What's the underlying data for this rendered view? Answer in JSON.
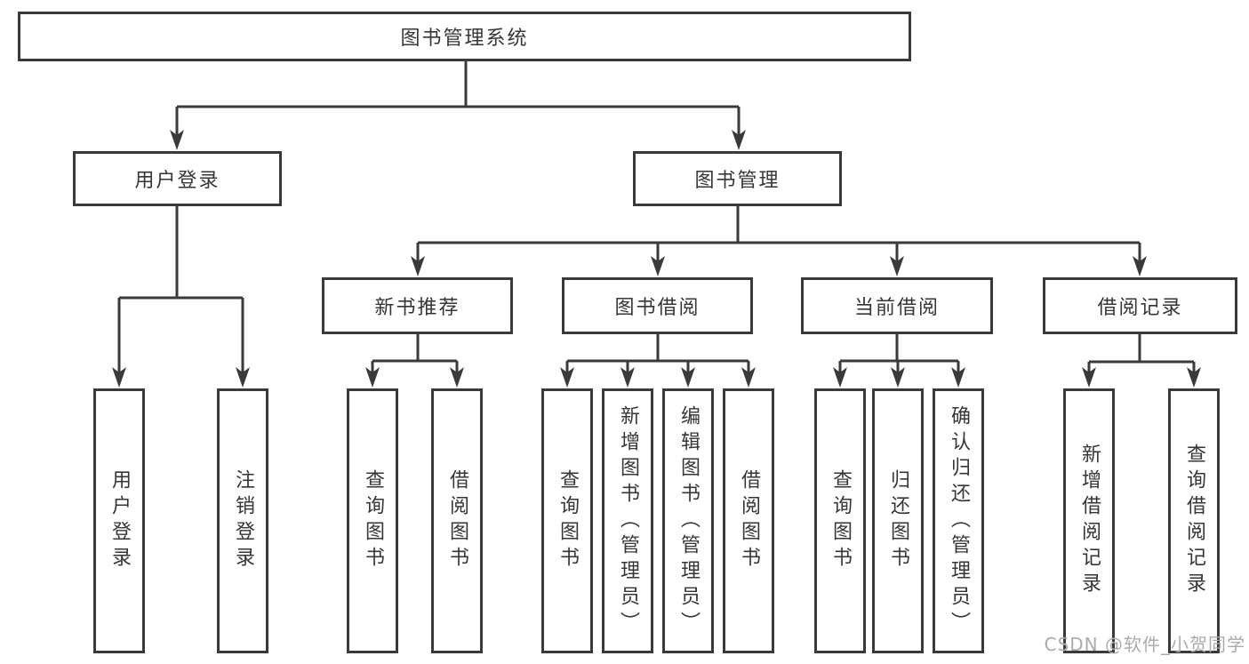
{
  "root": {
    "label": "图书管理系统"
  },
  "level2": [
    {
      "label": "用户登录"
    },
    {
      "label": "图书管理"
    }
  ],
  "level3": [
    {
      "label": "新书推荐"
    },
    {
      "label": "图书借阅"
    },
    {
      "label": "当前借阅"
    },
    {
      "label": "借阅记录"
    }
  ],
  "leaves": {
    "user_login": [
      {
        "label": "用户登录"
      },
      {
        "label": "注销登录"
      }
    ],
    "new_books": [
      {
        "label": "查询图书"
      },
      {
        "label": "借阅图书"
      }
    ],
    "book_borrow": [
      {
        "label": "查询图书"
      },
      {
        "label": "新增图书（管理员）"
      },
      {
        "label": "编辑图书（管理员）"
      },
      {
        "label": "借阅图书"
      }
    ],
    "current_borrow": [
      {
        "label": "查询图书"
      },
      {
        "label": "归还图书"
      },
      {
        "label": "确认归还（管理员）"
      }
    ],
    "borrow_records": [
      {
        "label": "新增借阅记录"
      },
      {
        "label": "查询借阅记录"
      }
    ]
  },
  "watermark": "CSDN @软件_小贺同学",
  "colors": {
    "line": "#3a3a3a",
    "text": "#363636",
    "watermark": "#a8acb1",
    "background": "#ffffff"
  }
}
